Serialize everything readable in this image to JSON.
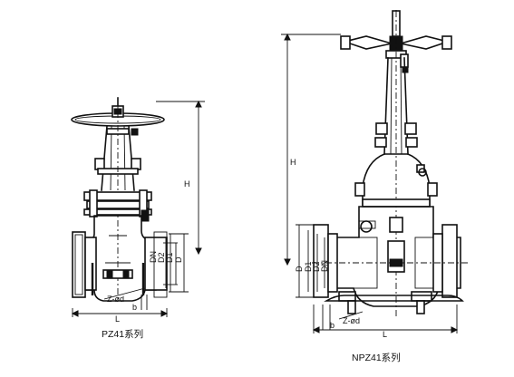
{
  "left_valve": {
    "caption": "PZ41系列",
    "dims": {
      "H": "H",
      "L": "L",
      "D": "D",
      "D1": "D1",
      "D2": "D2",
      "DN": "DN",
      "Zd": "Z-ød",
      "b": "b"
    }
  },
  "right_valve": {
    "caption": "NPZ41系列",
    "dims": {
      "H": "H",
      "L": "L",
      "D": "D",
      "D1": "D1",
      "D2": "D2",
      "DN": "DN",
      "Zd": "Z-ød",
      "b": "b"
    }
  }
}
